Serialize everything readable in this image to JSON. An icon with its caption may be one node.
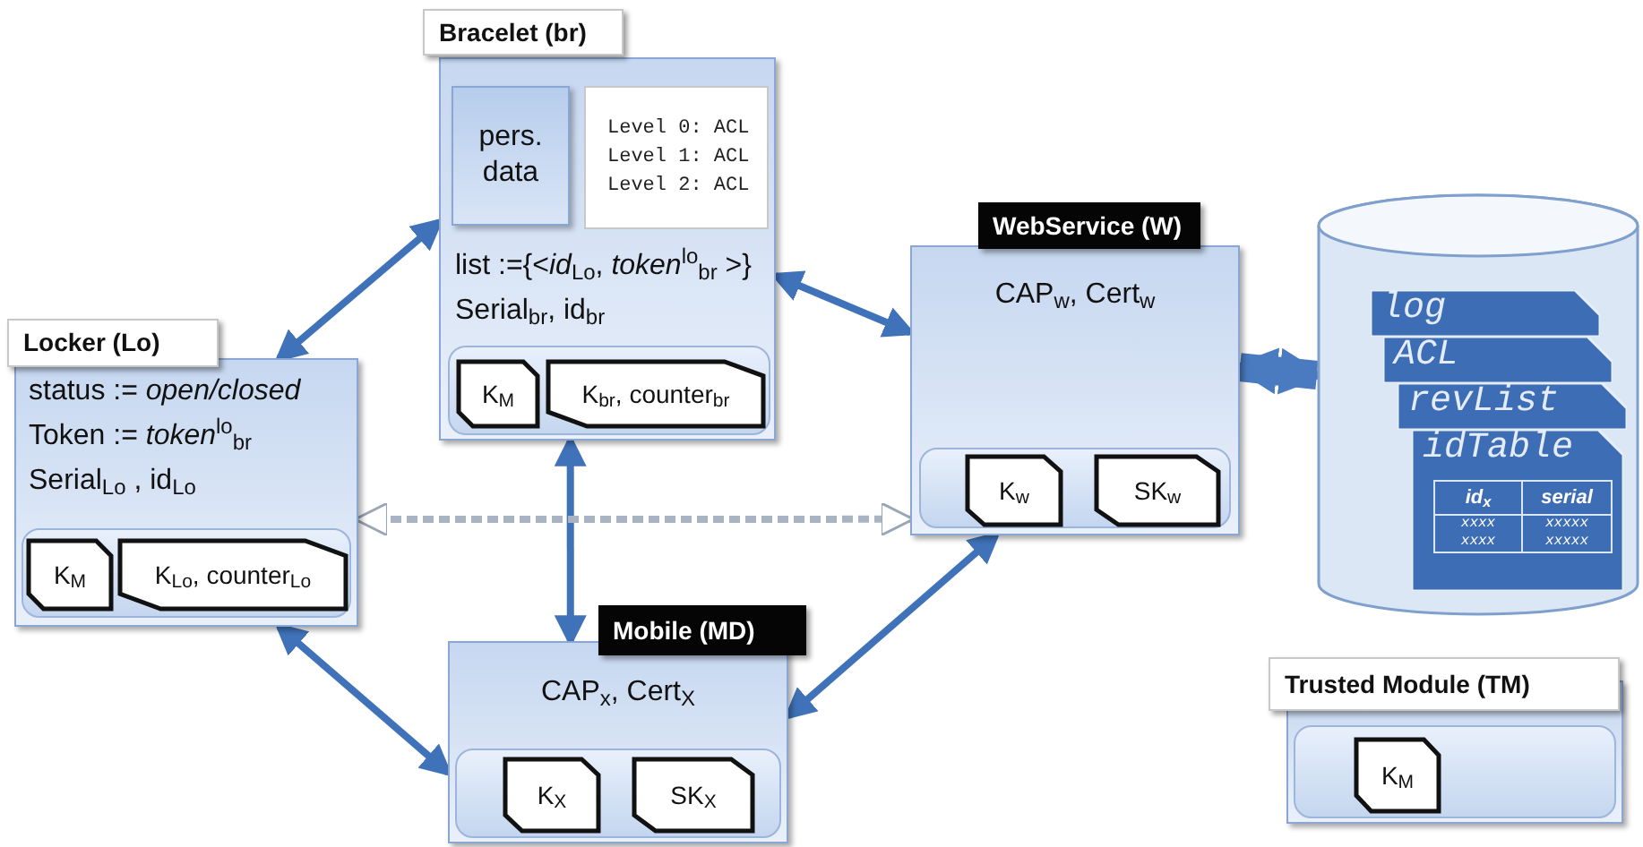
{
  "diagram": {
    "nodes": [
      {
        "text": [
          "Bracelet (br)",
          "list :={<*id*$_{Lo}$, *token*$^{lo}$$_{br}$ >}",
          "Serial$_{br}$, id$_{br}$"
        ]
      },
      {
        "text": [
          "pers. data"
        ],
        "in": 0
      },
      {
        "text": [
          "Level 0: ACL",
          "Level 1: ACL",
          "Level 2: ACL"
        ],
        "in": 0
      },
      {
        "text": [
          "K$_{M}$"
        ],
        "in": 0
      },
      {
        "text": [
          "K$_{br}$, counter$_{br}$"
        ],
        "in": 0
      },
      {
        "text": [
          "Locker (Lo)",
          "status := *open/closed*",
          "Token := *token*$^{lo}$$_{br}$",
          "Serial$_{Lo}$ , id$_{Lo}$"
        ]
      },
      {
        "text": [
          "K$_{M}$"
        ],
        "in": 5
      },
      {
        "text": [
          "K$_{Lo}$, counter$_{Lo}$"
        ],
        "in": 5
      },
      {
        "text": [
          "WebService (W)",
          "CAP$_{w}$, Cert$_{w}$"
        ]
      },
      {
        "text": [
          "K$_{w}$"
        ],
        "in": 8
      },
      {
        "text": [
          "SK$_{w}$"
        ],
        "in": 8
      },
      {
        "text": [],
        "shape": "cylinder"
      },
      {
        "text": [
          "log"
        ],
        "in": 11
      },
      {
        "text": [
          "ACL"
        ],
        "in": 11
      },
      {
        "text": [
          "revList"
        ],
        "in": 11
      },
      {
        "text": [
          "idTable",
          "id$_{x}$",
          "serial",
          "xxxx",
          "xxxxx",
          "xxxx",
          "xxxxx"
        ],
        "in": 11
      },
      {
        "text": [
          "Mobile (MD)",
          "CAP$_{x}$, Cert$_{X}$"
        ]
      },
      {
        "text": [
          "K$_{X}$"
        ],
        "in": 16
      },
      {
        "text": [
          "SK$_{X}$"
        ],
        "in": 16
      },
      {
        "text": [
          "Trusted Module (TM)"
        ]
      },
      {
        "text": [
          "K$_{M}$"
        ],
        "in": 19
      }
    ],
    "edges": [
      {
        "from": 5,
        "to": 0,
        "arrow": "both"
      },
      {
        "from": 0,
        "to": 8,
        "arrow": "both"
      },
      {
        "from": 0,
        "to": 16,
        "arrow": "both"
      },
      {
        "from": 5,
        "to": 16,
        "arrow": "both"
      },
      {
        "from": 16,
        "to": 8,
        "arrow": "both"
      },
      {
        "from": 8,
        "to": 11,
        "arrow": "both",
        "style": "thick"
      },
      {
        "from": 5,
        "to": 8,
        "arrow": "both",
        "style": "dashed",
        "color": "#a9b4c2"
      }
    ]
  }
}
